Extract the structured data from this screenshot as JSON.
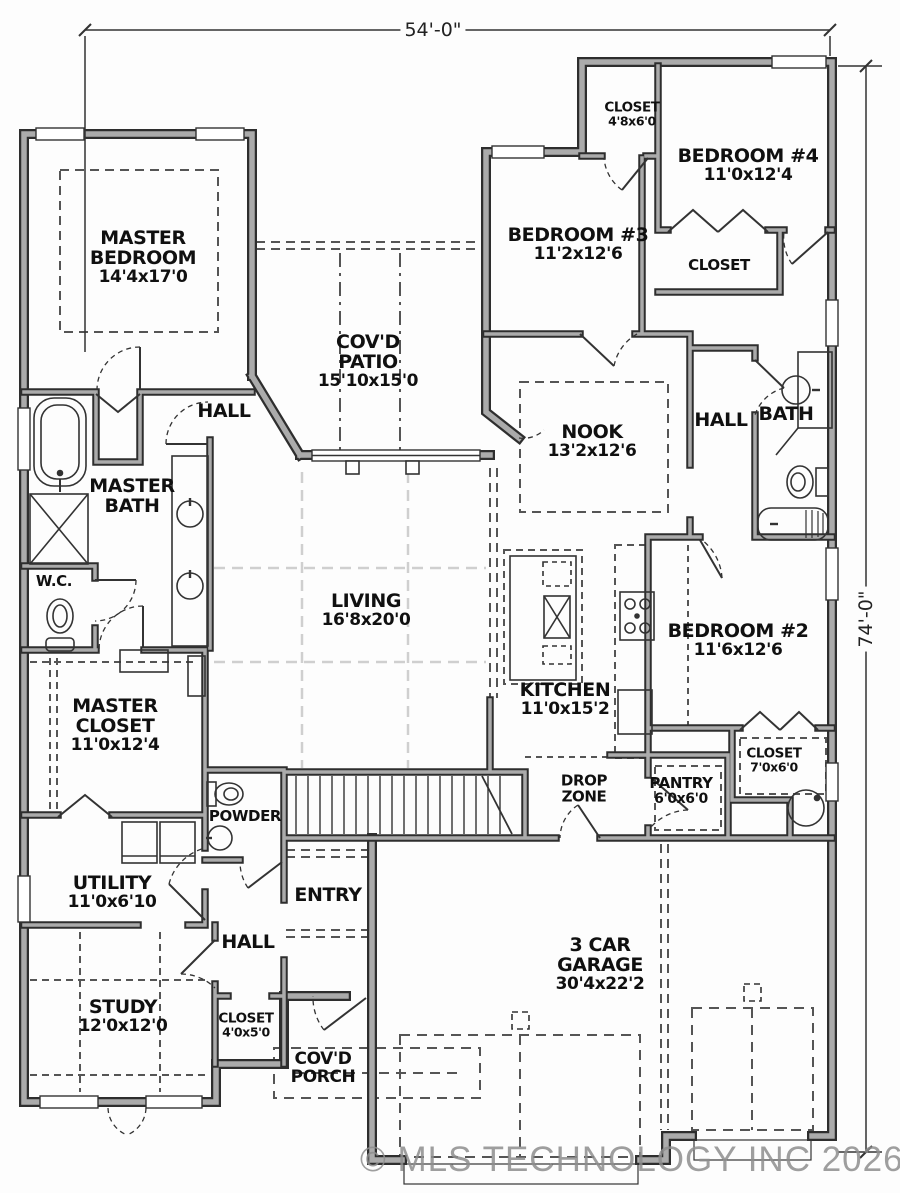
{
  "plan": {
    "dim_width": "54'-0\"",
    "dim_height": "74'-0\"",
    "watermark": "© MLS TECHNOLOGY INC 2026",
    "rooms": {
      "master_bedroom": {
        "name": "MASTER BEDROOM",
        "size": "14'4x17'0"
      },
      "covd_patio": {
        "name": "COV'D PATIO",
        "size": "15'10x15'0"
      },
      "bedroom3": {
        "name": "BEDROOM #3",
        "size": "11'2x12'6"
      },
      "bedroom4": {
        "name": "BEDROOM #4",
        "size": "11'0x12'4"
      },
      "closet_bed4_upper": {
        "name": "CLOSET",
        "size": "4'8x6'0"
      },
      "closet_bed4_lower": {
        "name": "CLOSET",
        "size": ""
      },
      "hall_bed": {
        "name": "HALL",
        "size": ""
      },
      "bath": {
        "name": "BATH",
        "size": ""
      },
      "nook": {
        "name": "NOOK",
        "size": "13'2x12'6"
      },
      "hall_master": {
        "name": "HALL",
        "size": ""
      },
      "master_bath": {
        "name": "MASTER BATH",
        "size": ""
      },
      "wc": {
        "name": "W.C.",
        "size": ""
      },
      "living": {
        "name": "LIVING",
        "size": "16'8x20'0"
      },
      "kitchen": {
        "name": "KITCHEN",
        "size": "11'0x15'2"
      },
      "bedroom2": {
        "name": "BEDROOM #2",
        "size": "11'6x12'6"
      },
      "closet_bed2": {
        "name": "CLOSET",
        "size": "7'0x6'0"
      },
      "master_closet": {
        "name": "MASTER CLOSET",
        "size": "11'0x12'4"
      },
      "powder": {
        "name": "POWDER",
        "size": ""
      },
      "drop_zone": {
        "name": "DROP ZONE",
        "size": ""
      },
      "pantry": {
        "name": "PANTRY",
        "size": "6'0x6'0"
      },
      "utility": {
        "name": "UTILITY",
        "size": "11'0x6'10"
      },
      "entry": {
        "name": "ENTRY",
        "size": ""
      },
      "hall_entry": {
        "name": "HALL",
        "size": ""
      },
      "study": {
        "name": "STUDY",
        "size": "12'0x12'0"
      },
      "closet_study": {
        "name": "CLOSET",
        "size": "4'0x5'0"
      },
      "covd_porch": {
        "name": "COV'D PORCH",
        "size": ""
      },
      "garage": {
        "name": "3 CAR GARAGE",
        "size": "30'4x22'2"
      }
    }
  }
}
